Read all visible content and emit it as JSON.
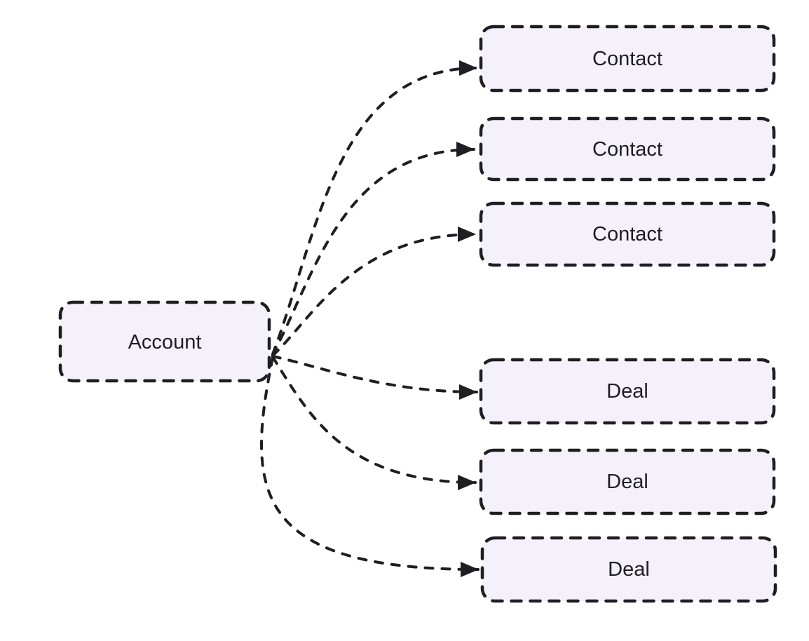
{
  "diagram": {
    "type": "flowchart",
    "direction": "left-to-right",
    "style": "hand-drawn-dashed",
    "colors": {
      "background": "#ffffff",
      "node_fill": "#f4f1fb",
      "stroke": "#1e1e23",
      "text": "#1e1e23"
    },
    "nodes": [
      {
        "id": "account",
        "label": "Account"
      },
      {
        "id": "contact-1",
        "label": "Contact"
      },
      {
        "id": "contact-2",
        "label": "Contact"
      },
      {
        "id": "contact-3",
        "label": "Contact"
      },
      {
        "id": "deal-1",
        "label": "Deal"
      },
      {
        "id": "deal-2",
        "label": "Deal"
      },
      {
        "id": "deal-3",
        "label": "Deal"
      }
    ],
    "edges": [
      {
        "from": "account",
        "to": "contact-1",
        "arrow": "dashed-arrow"
      },
      {
        "from": "account",
        "to": "contact-2",
        "arrow": "dashed-arrow"
      },
      {
        "from": "account",
        "to": "contact-3",
        "arrow": "dashed-arrow"
      },
      {
        "from": "account",
        "to": "deal-1",
        "arrow": "dashed-arrow"
      },
      {
        "from": "account",
        "to": "deal-2",
        "arrow": "dashed-arrow"
      },
      {
        "from": "account",
        "to": "deal-3",
        "arrow": "dashed-arrow"
      }
    ]
  }
}
